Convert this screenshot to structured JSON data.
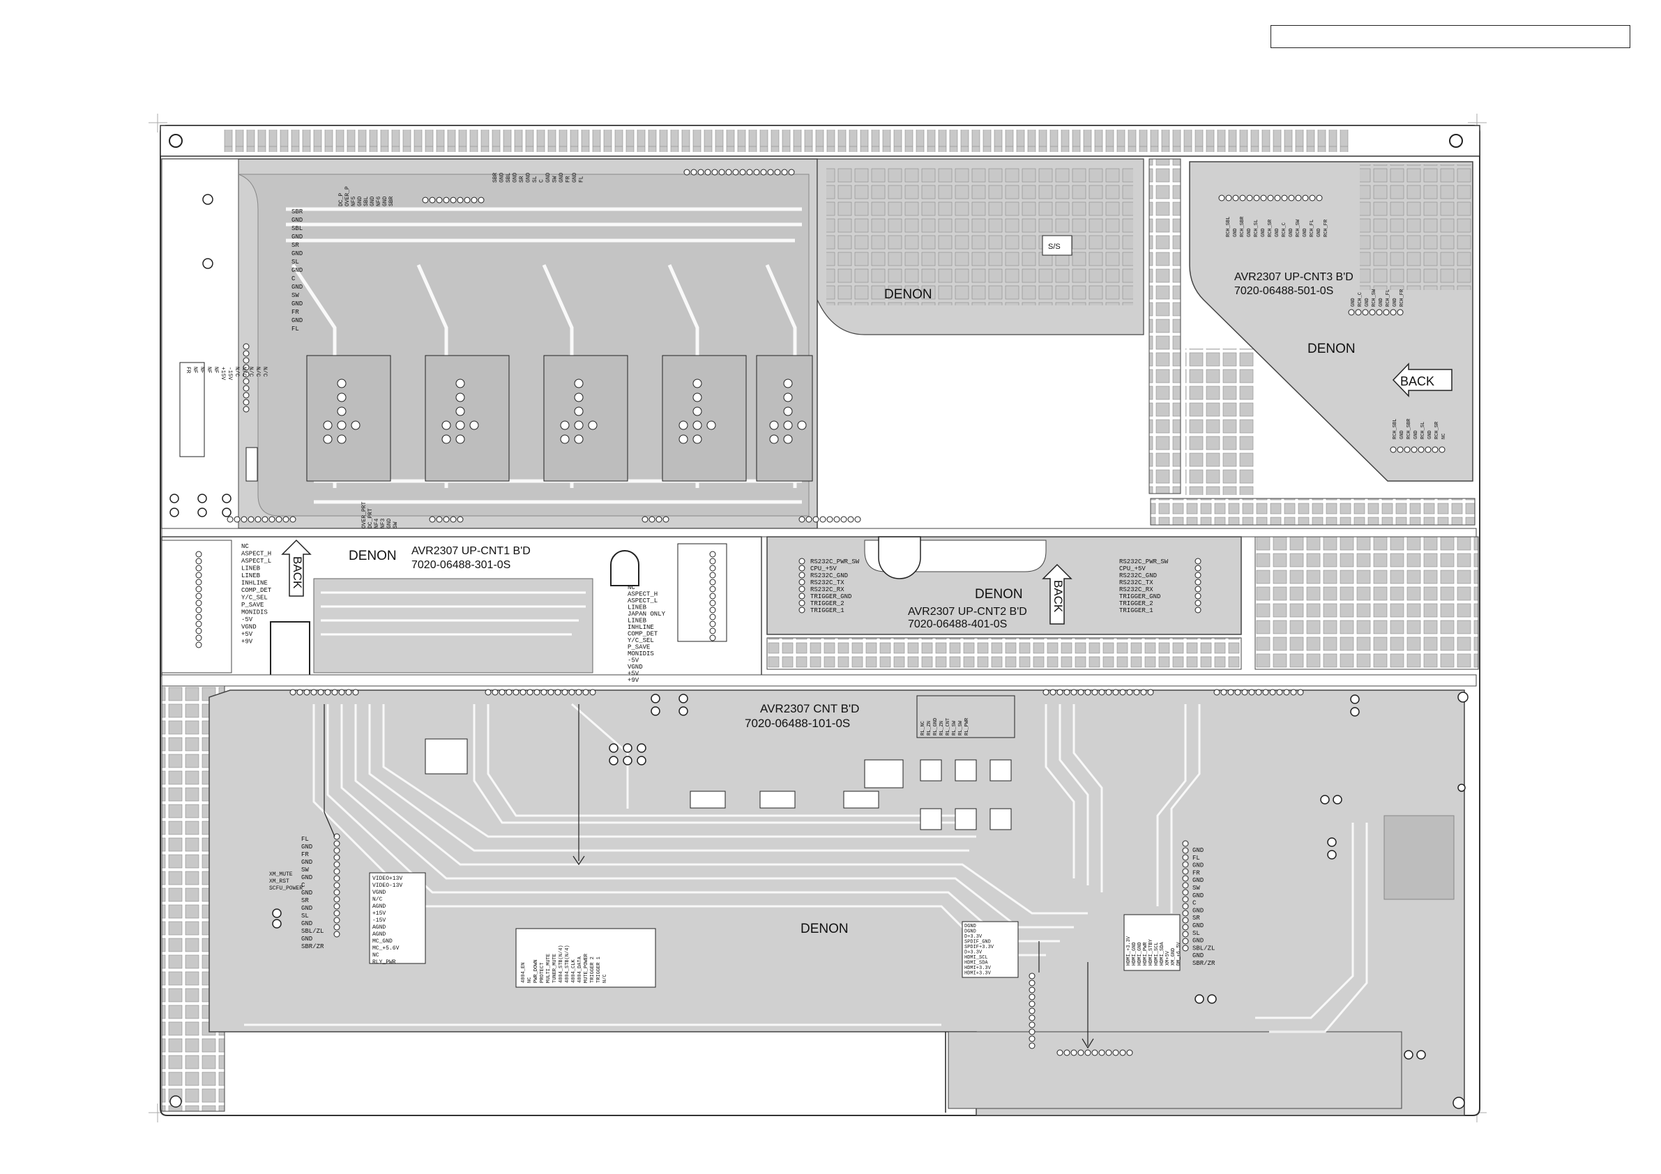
{
  "title_box": "",
  "boards": {
    "cnt3": {
      "name": "AVR2307 UP-CNT3 B'D",
      "part": "7020-06488-501-0S",
      "brand": "DENON"
    },
    "cnt1": {
      "name": "AVR2307 UP-CNT1 B'D",
      "part": "7020-06488-301-0S",
      "brand": "DENON",
      "back": "BACK"
    },
    "cnt2": {
      "name": "AVR2307 UP-CNT2 B'D",
      "part": "7020-06488-401-0S",
      "brand": "DENON",
      "back": "BACK"
    },
    "cnt": {
      "name": "AVR2307 CNT B'D",
      "part": "7020-06488-101-0S",
      "brand": "DENON"
    },
    "top_brand": "DENON",
    "cnt3_back": "BACK",
    "ss_label": "S/S"
  },
  "pin_labels": {
    "top_left_column": [
      "SBR",
      "GND",
      "SBL",
      "GND",
      "SR",
      "GND",
      "SL",
      "GND",
      "C",
      "GND",
      "SW",
      "GND",
      "FR",
      "GND",
      "FL"
    ],
    "top_center_header": [
      "DC_P",
      "OVER_P",
      "NF5",
      "GND",
      "SBL",
      "GND",
      "NF6",
      "GND",
      "SBR"
    ],
    "top_center_header2": [
      "SBR",
      "GND",
      "SBL",
      "GND",
      "SR",
      "GND",
      "SL",
      "C",
      "GND",
      "SW",
      "GND",
      "FR",
      "GND",
      "FL"
    ],
    "left_edge_vertical": [
      "FR",
      "NF",
      "NF",
      "NF",
      "NF",
      "+15V",
      "-15V",
      "N/C",
      "N/C",
      "N/C",
      "N/C",
      "N/C"
    ],
    "cnt3_top": [
      "RCH_SBL",
      "GND",
      "RCH_SBR",
      "GND",
      "RCH_SL",
      "GND",
      "RCH_SR",
      "GND",
      "RCH_C",
      "GND",
      "RCH_SW",
      "GND",
      "RCH_FL",
      "GND",
      "RCH_FR"
    ],
    "cnt3_mid": [
      "GND",
      "RCH_C",
      "GND",
      "RCH_SW",
      "GND",
      "RCH_FL",
      "GND",
      "RCH_FR"
    ],
    "cnt3_bottom": [
      "RCH_SBL",
      "GND",
      "RCH_SBR",
      "GND",
      "RCH_SL",
      "GND",
      "RCH_SR",
      "NC"
    ],
    "cnt1_left": [
      "NC",
      "ASPECT_H",
      "ASPECT_L",
      "LINEB",
      "LINEB",
      "INHLINE",
      "COMP_DET",
      "Y/C_SEL",
      "P_SAVE",
      "MONIDIS",
      "-5V",
      "VGND",
      "+5V",
      "+9V"
    ],
    "cnt1_right": [
      "NC",
      "ASPECT_H",
      "ASPECT_L",
      "LINEB",
      "JAPAN ONLY",
      "LINEB",
      "INHLINE",
      "COMP_DET",
      "Y/C_SEL",
      "P_SAVE",
      "MONIDIS",
      "-5V",
      "VGND",
      "+5V",
      "+9V"
    ],
    "cnt1_over": [
      "OVER_PRT",
      "DC_PRT",
      "NF4",
      "NF3",
      "GND",
      "SW"
    ],
    "cnt2_left": [
      "RS232C_PWR_SW",
      "CPU_+5V",
      "RS232C_GND",
      "RS232C_TX",
      "RS232C_RX",
      "TRIGGER_GND",
      "TRIGGER_2",
      "TRIGGER_1"
    ],
    "cnt2_right": [
      "RS232C_PWR_SW",
      "CPU_+5V",
      "RS232C_GND",
      "RS232C_TX",
      "RS232C_RX",
      "TRIGGER_GND",
      "TRIGGER_2",
      "TRIGGER_1"
    ],
    "cnt_left_audio": [
      "FL",
      "GND",
      "FR",
      "GND",
      "SW",
      "GND",
      "C",
      "GND",
      "SR",
      "GND",
      "SL",
      "GND",
      "SBL/ZL",
      "GND",
      "SBR/ZR"
    ],
    "cnt_left_power": [
      "VIDEO+13V",
      "VIDEO-13V",
      "VGND",
      "N/C",
      "AGND",
      "+15V",
      "-15V",
      "AGND",
      "AGND",
      "MC_GND",
      "MC_+5.6V",
      "NC",
      "RLY_PWR"
    ],
    "cnt_xm": [
      "XM_MUTE",
      "XM_RST",
      "SCFU_POWER"
    ],
    "cnt_bottom_block": [
      "4804_EN",
      "NC",
      "PWR_DOWN",
      "PROTECT",
      "MULTI_MUTE",
      "TUNER_MUTE",
      "4804_STB(N/4)",
      "4804_STB(N/4)",
      "4804_CLK",
      "4804_DATA",
      "MUTE_POWER",
      "TRIGGER 2",
      "TRIGGER 1",
      "N/C"
    ],
    "cnt_right_audio": [
      "GND",
      "FL",
      "GND",
      "FR",
      "GND",
      "SW",
      "GND",
      "C",
      "GND",
      "SR",
      "GND",
      "SL",
      "GND",
      "SBL/ZL",
      "GND",
      "SBR/ZR"
    ],
    "cnt_hdmi_a": [
      "DGND",
      "DGND",
      "D+3.3V",
      "SPDIF_GND",
      "SPDIF+3.3V",
      "D+3.3V",
      "HDMI_SCL",
      "HDMI_SDA",
      "HDMI+3.3V",
      "HDMI+3.3V"
    ],
    "cnt_hdmi_b": [
      "HDMI_+3.3V",
      "HDMI_GND",
      "HDMI_GND",
      "HDMI_PWR",
      "HDMI_STBY",
      "HDMI_SCL",
      "HDMI_SDA",
      "XM+5V",
      "XM_GND",
      "DM_+6.5V"
    ],
    "cnt_top_right_block": [
      "RL_NC",
      "RL_ZN",
      "RL_GND",
      "RL_ZN",
      "RL_CNT",
      "RL_SW",
      "RL_SW",
      "RL_PWR"
    ]
  }
}
